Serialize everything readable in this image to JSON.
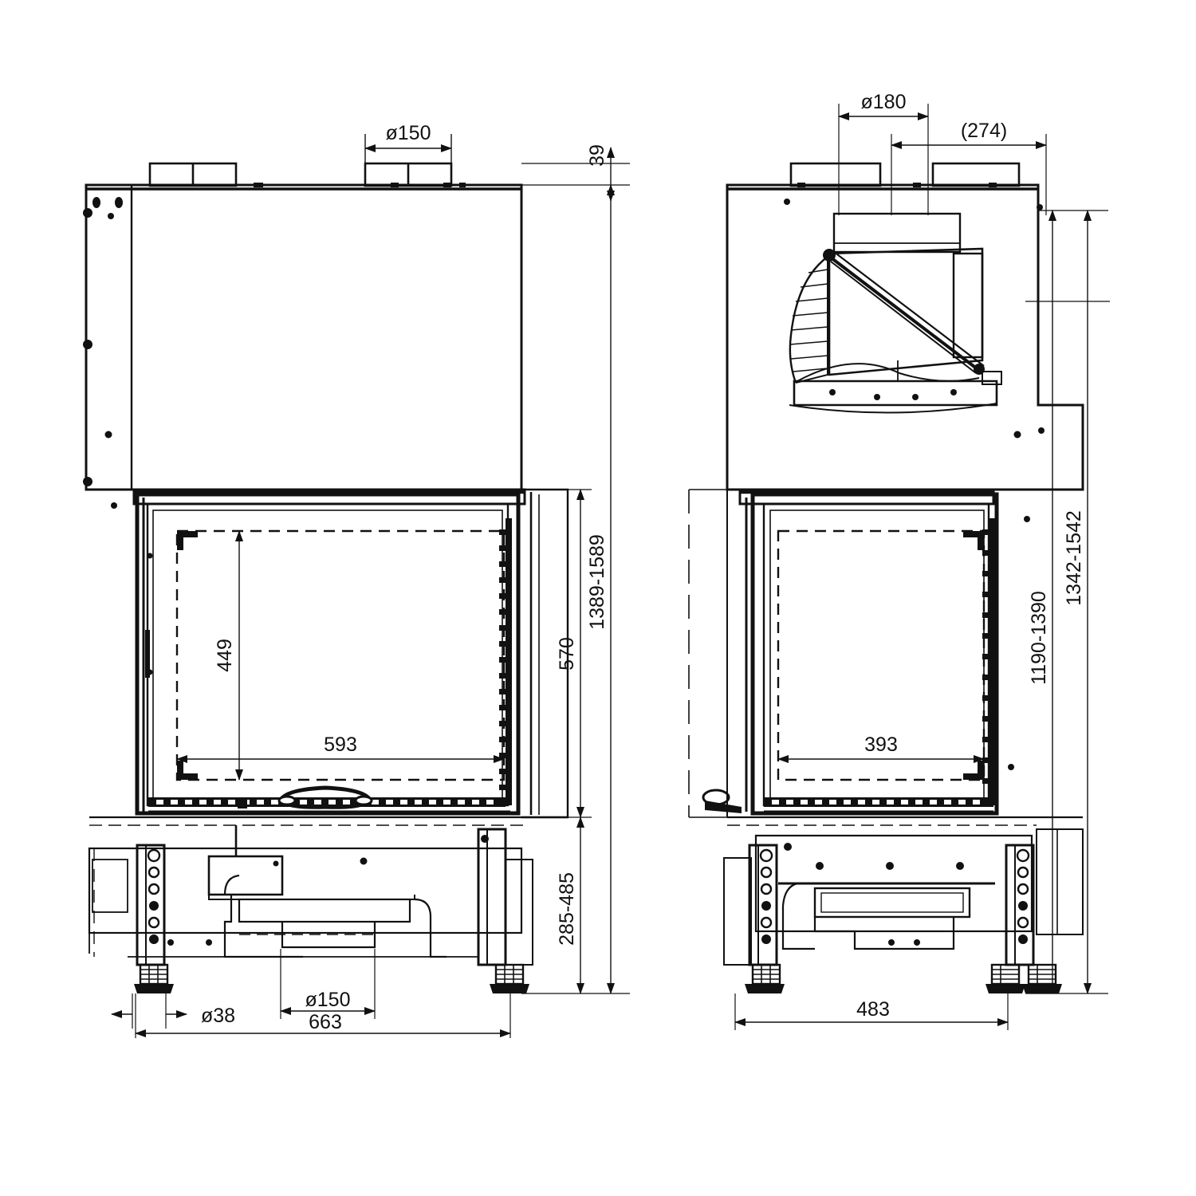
{
  "drawing": {
    "type": "technical-drawing",
    "subject": "fireplace-insert-2-sided-corner",
    "units": "mm",
    "projection": "orthographic-two-view",
    "line_color": "#111111",
    "background_color": "#ffffff",
    "views": [
      {
        "id": "front-view",
        "name": "front-elevation",
        "position": "left"
      },
      {
        "id": "side-view",
        "name": "side-elevation-with-door-open",
        "position": "right"
      }
    ]
  },
  "front_view": {
    "dimensions": {
      "flue_diameter": "ø150",
      "top_offset": "39",
      "total_height_range": "1389-1589",
      "opening_height": "570",
      "glass_height": "449",
      "glass_width": "593",
      "base_height_range": "285-485",
      "leg_diameter": "ø38",
      "air_inlet_diameter": "ø150",
      "total_width": "663"
    }
  },
  "side_view": {
    "dimensions": {
      "flue_diameter": "ø180",
      "bracket_depth": "(274)",
      "glass_width": "393",
      "height_to_top_range": "1190-1390",
      "total_height_range": "1342-1542",
      "total_depth": "483"
    }
  },
  "labels": {
    "diameter_symbol": "ø",
    "front_150": "ø150",
    "front_39": "39",
    "front_1389_1589": "1389-1589",
    "front_570": "570",
    "front_449": "449",
    "front_593": "593",
    "front_285_485": "285-485",
    "front_38": "ø38",
    "front_150_bottom": "ø150",
    "front_663": "663",
    "side_180": "ø180",
    "side_274": "(274)",
    "side_393": "393",
    "side_1190_1390": "1190-1390",
    "side_1342_1542": "1342-1542",
    "side_483": "483"
  }
}
